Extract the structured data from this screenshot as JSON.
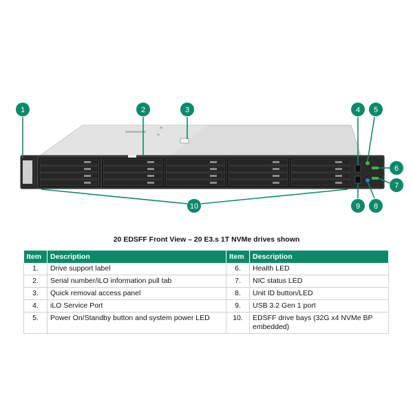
{
  "callouts": [
    "1",
    "2",
    "3",
    "4",
    "5",
    "6",
    "7",
    "8",
    "9",
    "10"
  ],
  "colors": {
    "accent": "#0b8a6a",
    "chassis": "#3a3a3a",
    "lid": "#d9d9d9",
    "bay": "#1a1a1a"
  },
  "caption": "20 EDSFF Front View – 20 E3.s 1T NVMe drives shown",
  "table": {
    "headers": [
      "Item",
      "Description",
      "Item",
      "Description"
    ],
    "rows": [
      [
        "1.",
        "Drive support label",
        "6.",
        "Health LED"
      ],
      [
        "2.",
        "Serial number/iLO information pull tab",
        "7.",
        "NIC status LED"
      ],
      [
        "3.",
        "Quick removal access panel",
        "8.",
        "Unit ID button/LED"
      ],
      [
        "4.",
        "iLO Service Port",
        "9.",
        "USB 3.2 Gen 1 port"
      ],
      [
        "5.",
        "Power On/Standby button and system power LED",
        "10.",
        "EDSFF drive bays (32G x4 NVMe BP embedded)"
      ]
    ]
  }
}
